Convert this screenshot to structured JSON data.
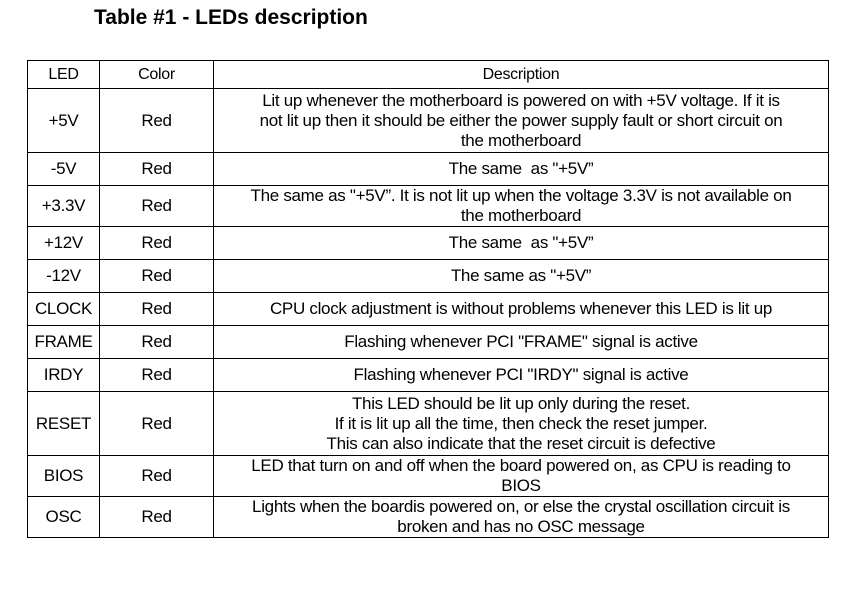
{
  "title": "Table #1 - LEDs description",
  "table": {
    "headers": [
      "LED",
      "Color",
      "Description"
    ],
    "rows": [
      {
        "led": "+5V",
        "color": "Red",
        "description": [
          "Lit up whenever the motherboard is powered on with +5V voltage. If it is",
          "not lit up then it should be either the power supply fault or short circuit on",
          "the motherboard"
        ]
      },
      {
        "led": "-5V",
        "color": "Red",
        "description": [
          "The same  as \"+5V”"
        ]
      },
      {
        "led": "+3.3V",
        "color": "Red",
        "description": [
          "The same as \"+5V”. It is not lit up when the voltage 3.3V is not available on",
          "the motherboard"
        ]
      },
      {
        "led": "+12V",
        "color": "Red",
        "description": [
          "The same  as \"+5V”"
        ]
      },
      {
        "led": "-12V",
        "color": "Red",
        "description": [
          "The same as \"+5V”"
        ]
      },
      {
        "led": "CLOCK",
        "color": "Red",
        "description": [
          "CPU clock adjustment is without problems whenever this LED is lit up"
        ]
      },
      {
        "led": "FRAME",
        "color": "Red",
        "description": [
          "Flashing whenever PCI \"FRAME\" signal is active"
        ]
      },
      {
        "led": "IRDY",
        "color": "Red",
        "description": [
          "Flashing whenever PCI \"IRDY\" signal is active"
        ]
      },
      {
        "led": "RESET",
        "color": "Red",
        "description": [
          "This LED should be lit up only during the reset.",
          "If it is lit up all the time, then check the reset jumper.",
          "This can also indicate that the reset circuit is defective"
        ]
      },
      {
        "led": "BIOS",
        "color": "Red",
        "description": [
          "LED that turn on and off when the board powered on, as CPU is reading to",
          "BIOS"
        ]
      },
      {
        "led": "OSC",
        "color": "Red",
        "description": [
          "Lights when the boardis powered on, or else the crystal oscillation circuit is",
          "broken and has no OSC message"
        ]
      }
    ]
  }
}
